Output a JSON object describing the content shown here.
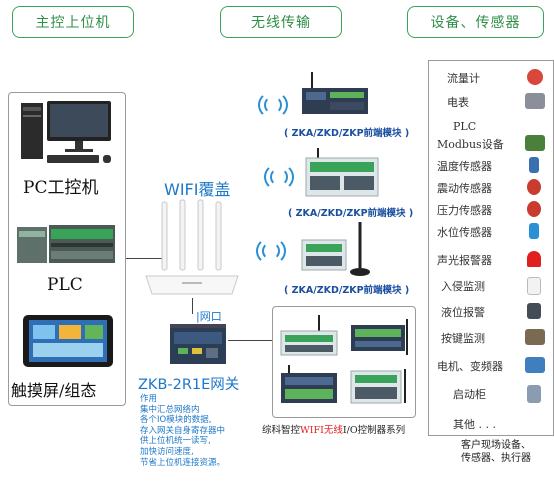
{
  "headers": {
    "host": "主控上位机",
    "wireless": "无线传输",
    "devices": "设备、传感器"
  },
  "left_panel": {
    "pc": "PC工控机",
    "plc": "PLC",
    "touch": "触摸屏/组态"
  },
  "center": {
    "wifi_coverage": "WIFI覆盖",
    "net_port": "网口",
    "gateway": "ZKB-2R1E网关",
    "desc_lines": [
      "作用",
      "集中汇总网络内",
      "各个IO模块的数据,",
      "存入网关自身寄存器中",
      "供上位机统一读写,",
      "加快访问速度,",
      "节省上位机连接资源。"
    ]
  },
  "modules": [
    {
      "label": "( ZKA/ZKD/ZKP前端模块 )"
    },
    {
      "label": "( ZKA/ZKD/ZKP前端模块 )"
    },
    {
      "label": "( ZKA/ZKD/ZKP前端模块 )"
    }
  ],
  "controller_series": {
    "prefix": "综科智控",
    "highlight": "WIFI无线",
    "suffix": "I/O控制器系列"
  },
  "devices": [
    {
      "label": "流量计",
      "icon": "flowmeter-icon",
      "color": "#d9473b"
    },
    {
      "label": "电表",
      "icon": "meter-icon",
      "color": "#8a8f99"
    },
    {
      "label": "PLC",
      "icon": "",
      "color": ""
    },
    {
      "label": "Modbus设备",
      "icon": "plc-icon",
      "color": "#4a7f3c"
    },
    {
      "label": "温度传感器",
      "icon": "temperature-icon",
      "color": "#3a6fb0"
    },
    {
      "label": "震动传感器",
      "icon": "vibration-icon",
      "color": "#c83b2e"
    },
    {
      "label": "压力传感器",
      "icon": "pressure-icon",
      "color": "#c83b2e"
    },
    {
      "label": "水位传感器",
      "icon": "water-level-icon",
      "color": "#2a8fd4"
    },
    {
      "label": "声光报警器",
      "icon": "alarm-icon",
      "color": "#e02020"
    },
    {
      "label": "入侵监测",
      "icon": "intrusion-icon",
      "color": "#f2f2f2"
    },
    {
      "label": "液位报警",
      "icon": "liquid-icon",
      "color": "#444c56"
    },
    {
      "label": "按键监测",
      "icon": "button-icon",
      "color": "#7a6a52"
    },
    {
      "label": "电机、变频器",
      "icon": "motor-icon",
      "color": "#3f7fbf"
    },
    {
      "label": "启动柜",
      "icon": "cabinet-icon",
      "color": "#8c9cb0"
    },
    {
      "label": "其他  . . .",
      "icon": "",
      "color": ""
    }
  ],
  "devices_caption": [
    "客户现场设备、",
    "传感器、执行器"
  ]
}
